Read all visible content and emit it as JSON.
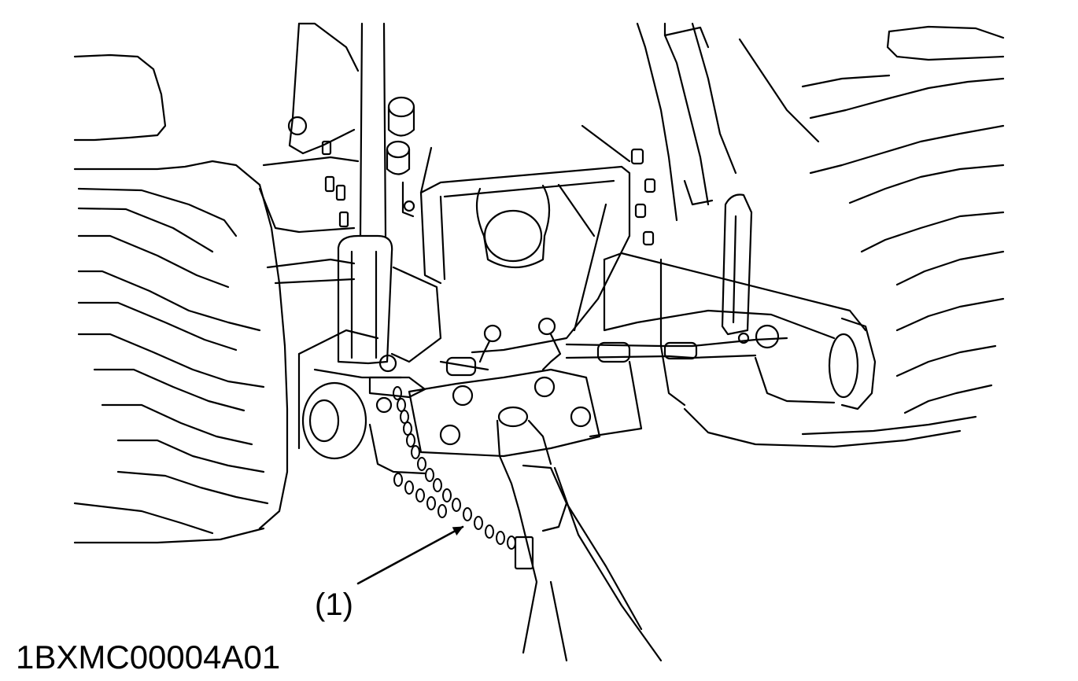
{
  "figure": {
    "callouts": [
      {
        "id": "1",
        "text": "(1)"
      }
    ],
    "figure_code": "1BXMC00004A01"
  }
}
